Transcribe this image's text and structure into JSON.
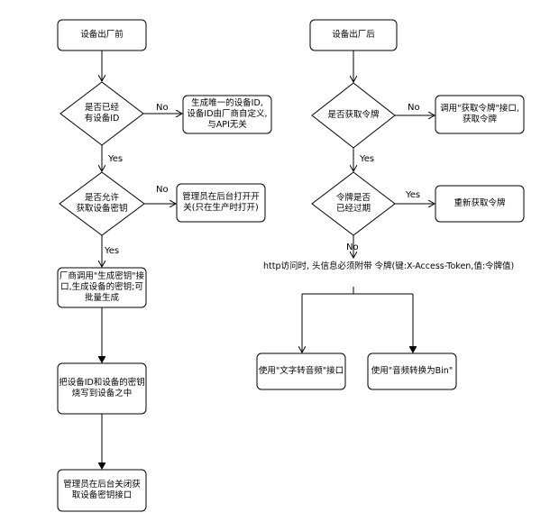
{
  "left": {
    "start": "设备出厂前",
    "q_has_id": "是否已经\n有设备ID",
    "no_has_id": "No",
    "gen_id": "生成唯一的设备ID,\n设备ID由厂商自定义,\n与API无关",
    "yes_has_id": "Yes",
    "q_allow_key": "是否允许\n获取设备密钥",
    "no_allow_key": "No",
    "admin_open": "管理员在后台打开开\n关(只在生产时打开)",
    "yes_allow_key": "Yes",
    "call_gen_key": "厂商调用\"生成密钥\"接\n口,生成设备的密钥;可\n批量生成",
    "burn": "把设备ID和设备的密钥\n烧写到设备之中",
    "admin_close": "管理员在后台关闭获\n取设备密钥接口"
  },
  "right": {
    "start": "设备出厂后",
    "q_get_token": "是否获取令牌",
    "no_get_token": "No",
    "call_token": "调用\"获取令牌\"接口,\n获取令牌",
    "yes_get_token": "Yes",
    "q_expired": "令牌是否\n已经过期",
    "yes_expired": "Yes",
    "refresh": "重新获取令牌",
    "no_expired": "No",
    "http_note": "http访问时, 头信息必须附带\n令牌(键:X-Access-Token,值:令牌值)",
    "tts": "使用\"文字转音频\"接口",
    "audio_bin": "使用\"音频转换为Bin\""
  }
}
